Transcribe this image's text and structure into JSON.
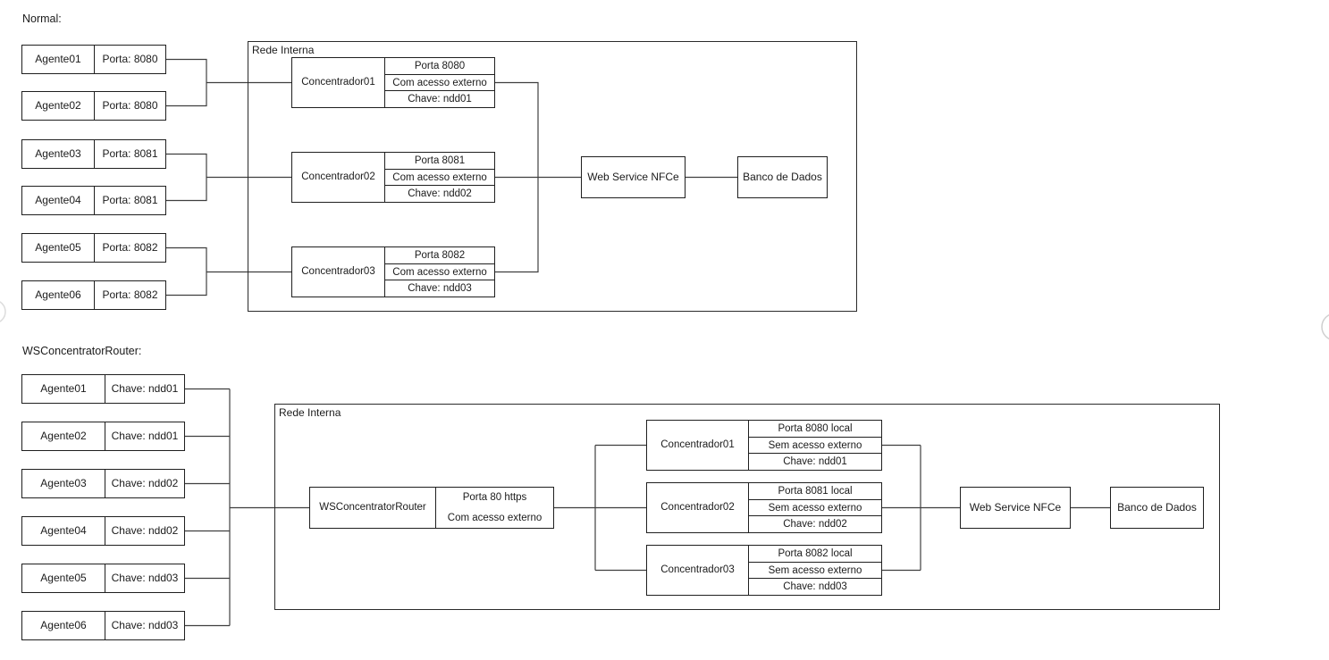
{
  "normal": {
    "section_label": "Normal:",
    "network_label": "Rede Interna",
    "agents": [
      {
        "name": "Agente01",
        "detail": "Porta: 8080"
      },
      {
        "name": "Agente02",
        "detail": "Porta: 8080"
      },
      {
        "name": "Agente03",
        "detail": "Porta: 8081"
      },
      {
        "name": "Agente04",
        "detail": "Porta: 8081"
      },
      {
        "name": "Agente05",
        "detail": "Porta: 8082"
      },
      {
        "name": "Agente06",
        "detail": "Porta: 8082"
      }
    ],
    "concentrators": [
      {
        "name": "Concentrador01",
        "rows": [
          "Porta 8080",
          "Com acesso externo",
          "Chave: ndd01"
        ]
      },
      {
        "name": "Concentrador02",
        "rows": [
          "Porta 8081",
          "Com acesso externo",
          "Chave: ndd02"
        ]
      },
      {
        "name": "Concentrador03",
        "rows": [
          "Porta 8082",
          "Com acesso externo",
          "Chave: ndd03"
        ]
      }
    ],
    "web_service": "Web Service NFCe",
    "database": "Banco de Dados"
  },
  "router": {
    "section_label": "WSConcentratorRouter:",
    "network_label": "Rede Interna",
    "agents": [
      {
        "name": "Agente01",
        "detail": "Chave: ndd01"
      },
      {
        "name": "Agente02",
        "detail": "Chave: ndd01"
      },
      {
        "name": "Agente03",
        "detail": "Chave: ndd02"
      },
      {
        "name": "Agente04",
        "detail": "Chave: ndd02"
      },
      {
        "name": "Agente05",
        "detail": "Chave: ndd03"
      },
      {
        "name": "Agente06",
        "detail": "Chave: ndd03"
      }
    ],
    "router_node": {
      "name": "WSConcentratorRouter",
      "rows": [
        "Porta 80 https",
        "Com acesso externo"
      ]
    },
    "concentrators": [
      {
        "name": "Concentrador01",
        "rows": [
          "Porta 8080 local",
          "Sem acesso externo",
          "Chave: ndd01"
        ]
      },
      {
        "name": "Concentrador02",
        "rows": [
          "Porta 8081 local",
          "Sem acesso externo",
          "Chave: ndd02"
        ]
      },
      {
        "name": "Concentrador03",
        "rows": [
          "Porta 8082 local",
          "Sem acesso externo",
          "Chave: ndd03"
        ]
      }
    ],
    "web_service": "Web Service NFCe",
    "database": "Banco de Dados"
  },
  "colors": {
    "line": "#3f3f3f",
    "border": "#1f1f1f",
    "background": "#ffffff"
  }
}
